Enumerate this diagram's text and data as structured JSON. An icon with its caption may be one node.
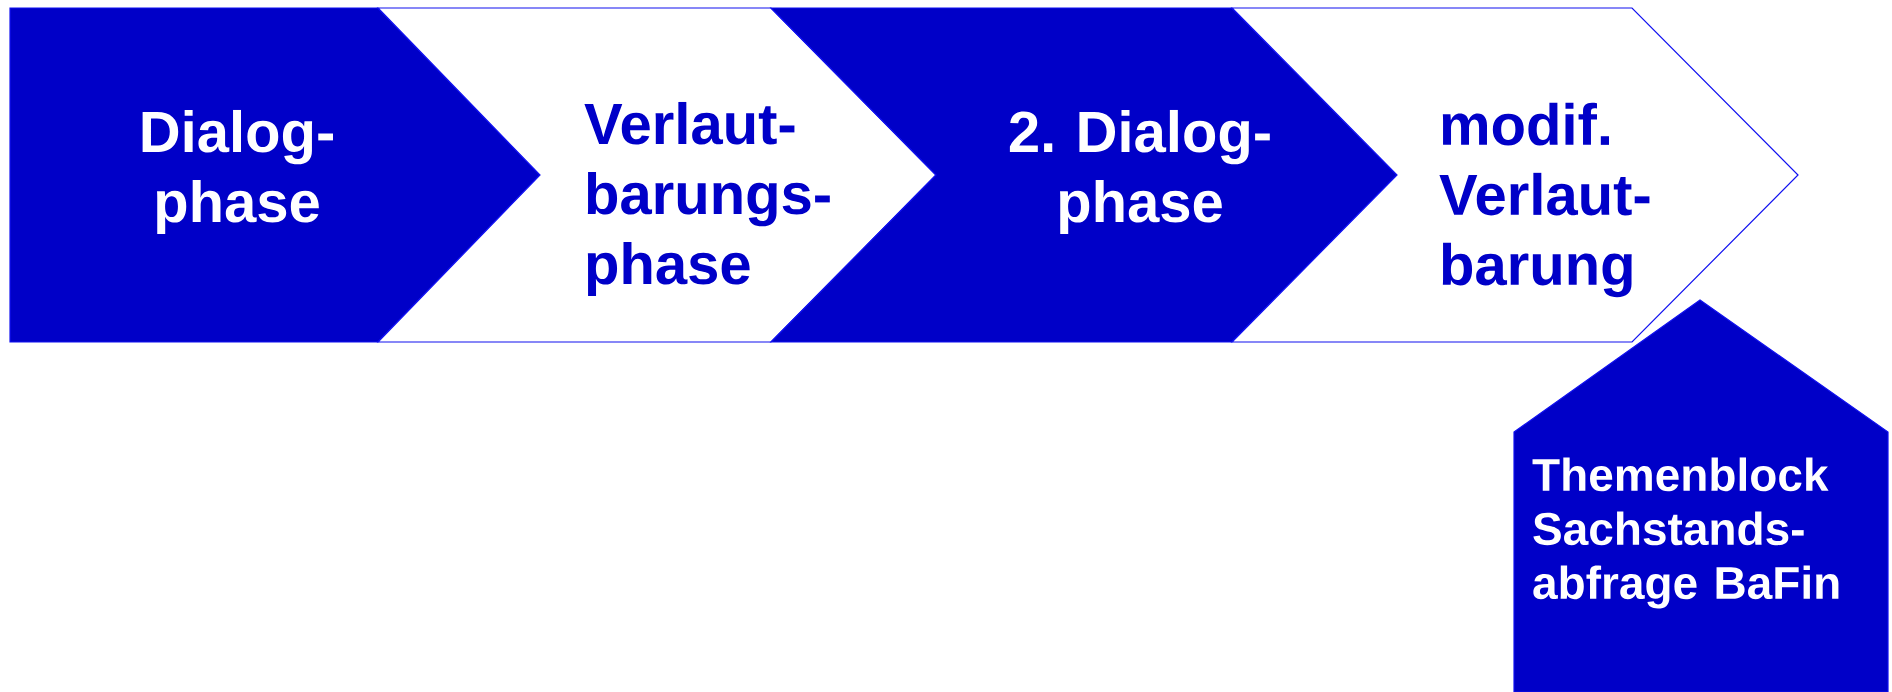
{
  "diagram": {
    "nodes": [
      {
        "text": [
          "Dialog- phase"
        ]
      },
      {
        "text": [
          "Verlaut- barungs- phase"
        ]
      },
      {
        "text": [
          "2. Dialog- phase"
        ]
      },
      {
        "text": [
          "modif. Verlaut- barung"
        ]
      },
      {
        "text": [
          "Themenblock Sachstands- abfrage BaFin"
        ]
      }
    ]
  }
}
